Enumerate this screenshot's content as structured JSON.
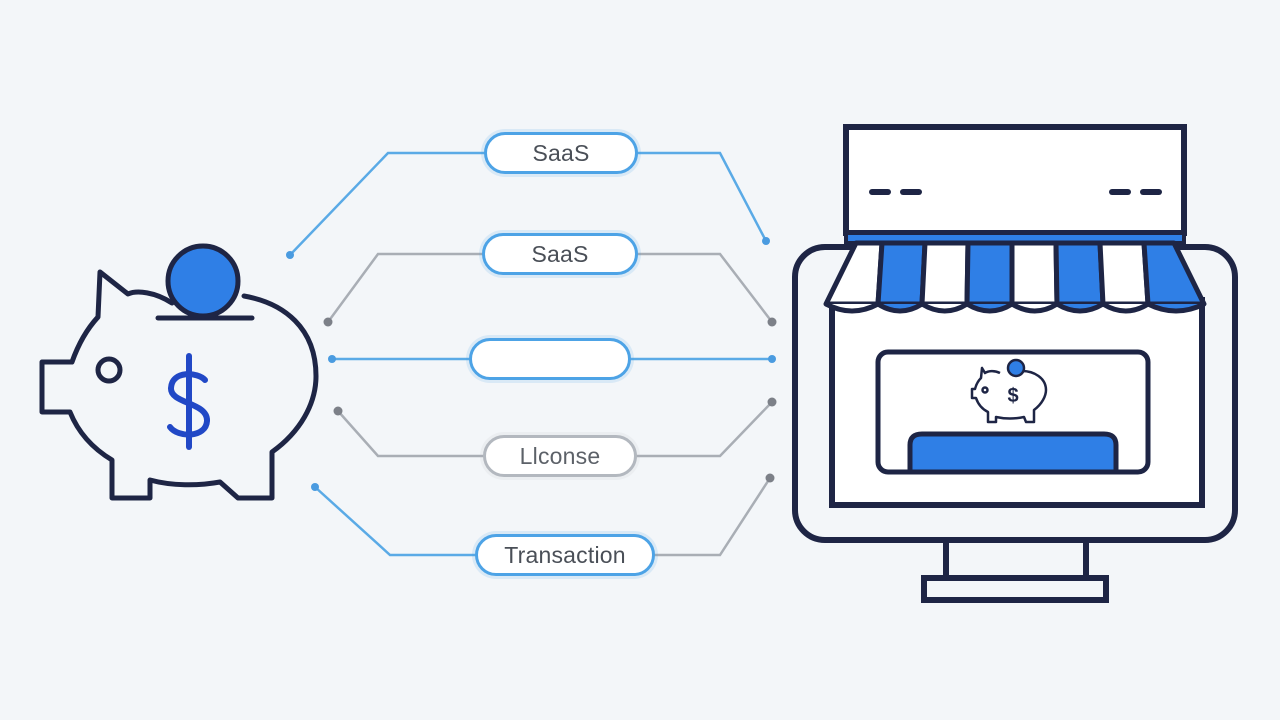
{
  "diagram": {
    "colors": {
      "background": "#f3f6f9",
      "navy": "#1e2545",
      "blue": "#2f7fe6",
      "light_blue": "#4da3e6",
      "gray_line": "#9aa0a8",
      "dot_gray": "#7c8088"
    },
    "left_icon": "piggy-bank-icon",
    "right_icon": "storefront-monitor-icon",
    "connections": [
      {
        "id": "saas-top",
        "label": "SaaS",
        "style": "blue"
      },
      {
        "id": "saas-second",
        "label": "SaaS",
        "style": "blue"
      },
      {
        "id": "blank",
        "label": "",
        "style": "blue"
      },
      {
        "id": "license",
        "label": "Llconse",
        "style": "gray"
      },
      {
        "id": "transaction",
        "label": "Transaction",
        "style": "blue"
      }
    ]
  }
}
